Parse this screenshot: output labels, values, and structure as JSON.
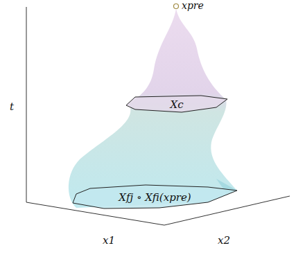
{
  "diagram": {
    "nodes": [
      {
        "text": [
          "Xc"
        ]
      },
      {
        "text": [
          "Xfj ∘ Xfi(xpre)"
        ]
      }
    ],
    "labels": [
      "xpre",
      "t",
      "x1",
      "x2"
    ]
  }
}
